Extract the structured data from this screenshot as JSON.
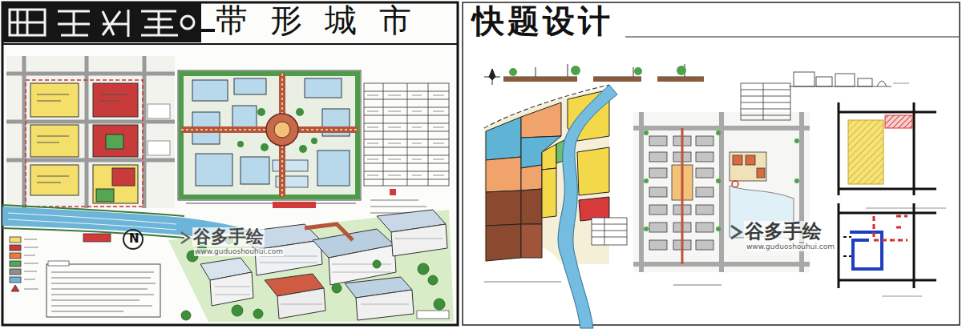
{
  "diagram": {
    "title": "带形城市",
    "labels": [
      "快题设计",
      "谷多手绘",
      "www.guduoshouhui.com",
      "谷多手绘",
      "www.guduoshouhui.com",
      "N"
    ]
  }
}
